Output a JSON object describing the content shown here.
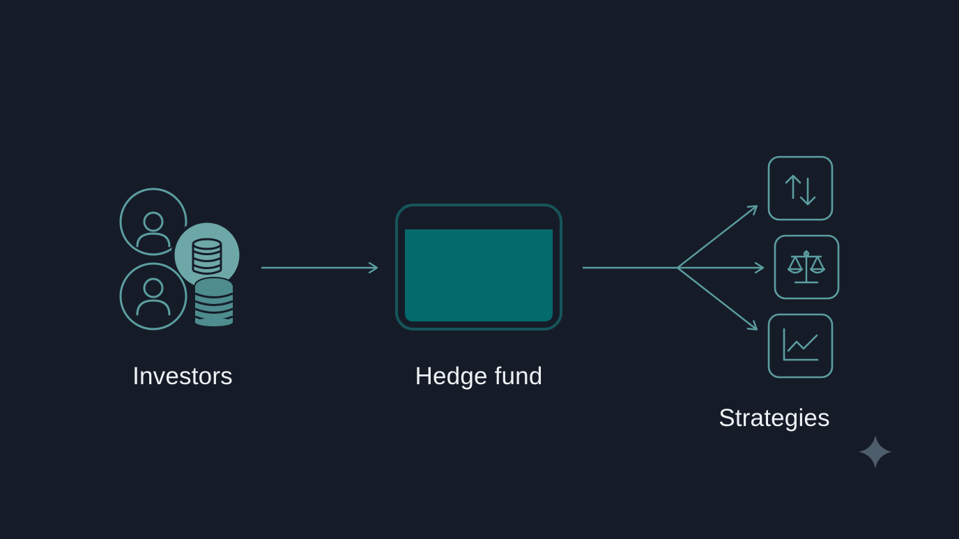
{
  "colors": {
    "background": "#151c28",
    "accent": "#5c9ea0",
    "fund_fill": "#046a6b",
    "coin_fill": "#6ea7a8",
    "coin_dark": "#3f7b7c",
    "text": "#eef2f5",
    "sparkle": "#4d5d6b"
  },
  "nodes": {
    "investors": {
      "label": "Investors",
      "icons": [
        "user-icon",
        "user-icon",
        "coin-stack-icon",
        "coin-stack-icon"
      ]
    },
    "hedge_fund": {
      "label": "Hedge fund",
      "icon": "fund-panel-icon"
    },
    "strategies": {
      "label": "Strategies",
      "items": [
        {
          "icon": "up-down-arrows-icon"
        },
        {
          "icon": "balance-scale-icon"
        },
        {
          "icon": "line-chart-icon"
        }
      ]
    }
  },
  "edges": [
    {
      "from": "investors",
      "to": "hedge_fund"
    },
    {
      "from": "hedge_fund",
      "to": "strategies",
      "branches": 3
    }
  ],
  "watermark_icon": "sparkle-icon"
}
